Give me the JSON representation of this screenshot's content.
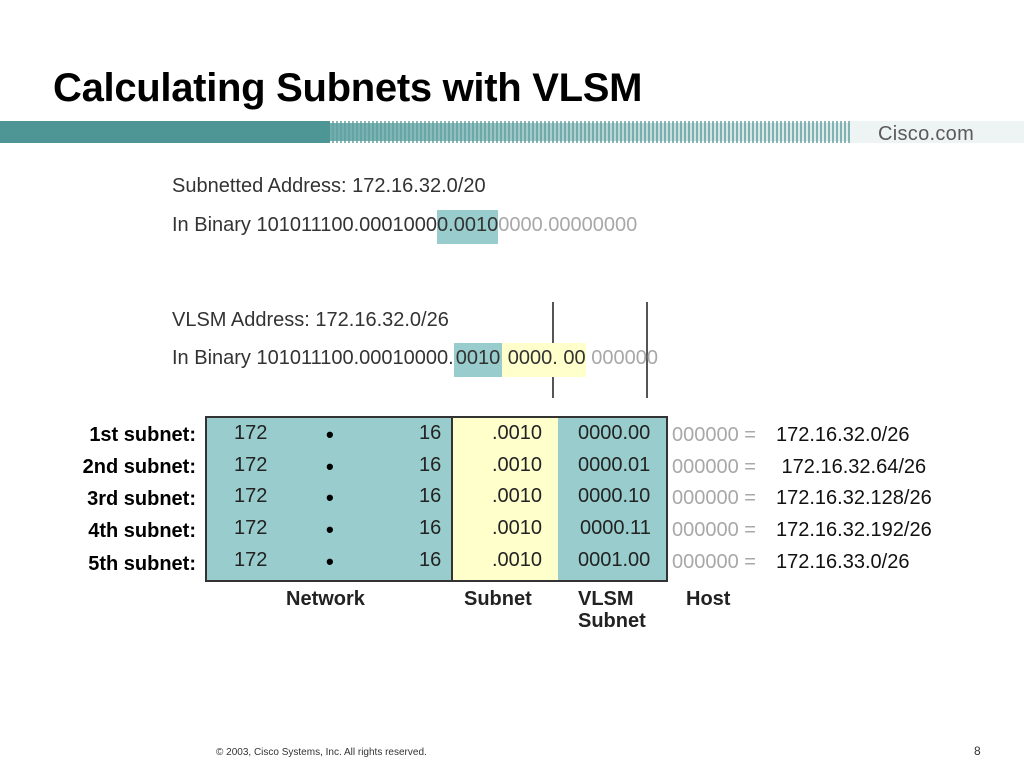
{
  "title": "Calculating Subnets with VLSM",
  "brand": "Cisco.com",
  "subnetted": {
    "label": "Subnetted Address: 172.16.32.0/20",
    "binary_prefix": "In Binary 101011100.0001000",
    "binary_teal": "0.0010",
    "binary_host": "0000.00000000"
  },
  "vlsm": {
    "label": "VLSM Address: 172.16.32.0/26",
    "binary_prefix": "In Binary 101011100.00010000.",
    "binary_teal": "0010",
    "binary_yellow": " 0000. 00",
    "binary_host": " 000000"
  },
  "table": {
    "rows": [
      {
        "label": "1st subnet:",
        "oct1": "172",
        "oct2": "16",
        "subnet": ".0010",
        "vlsm": "0000.00",
        "host": "000000 =",
        "result": "172.16.32.0/26"
      },
      {
        "label": "2nd subnet:",
        "oct1": "172",
        "oct2": "16",
        "subnet": ".0010",
        "vlsm": "0000.01",
        "host": "000000 =",
        "result": " 172.16.32.64/26"
      },
      {
        "label": "3rd subnet:",
        "oct1": "172",
        "oct2": "16",
        "subnet": ".0010",
        "vlsm": "0000.10",
        "host": "000000 =",
        "result": "172.16.32.128/26"
      },
      {
        "label": "4th subnet:",
        "oct1": "172",
        "oct2": "16",
        "subnet": ".0010",
        "vlsm": "0000.11",
        "host": "000000 =",
        "result": "172.16.32.192/26"
      },
      {
        "label": "5th subnet:",
        "oct1": "172",
        "oct2": "16",
        "subnet": ".0010",
        "vlsm": "0001.00",
        "host": "000000 =",
        "result": "172.16.33.0/26"
      }
    ],
    "headers": {
      "network": "Network",
      "subnet": "Subnet",
      "vlsm_line1": "VLSM",
      "vlsm_line2": "Subnet",
      "host": "Host"
    },
    "dot": "•"
  },
  "colors": {
    "teal": "#99cccc",
    "yellow": "#ffffcc",
    "banner": "#5fa3a3"
  },
  "footer": "© 2003, Cisco Systems, Inc. All rights reserved.",
  "page_number": "8"
}
